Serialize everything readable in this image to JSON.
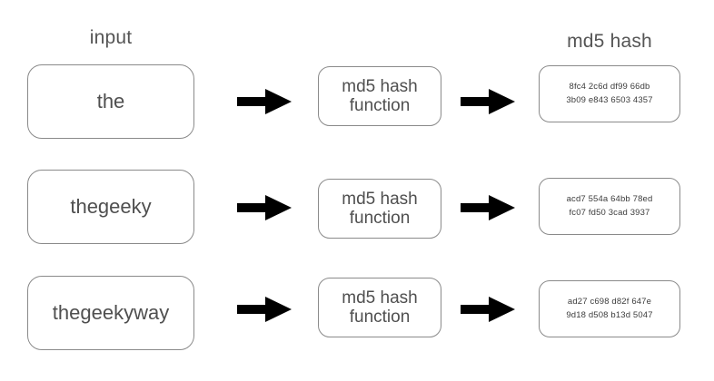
{
  "headers": {
    "input": "input",
    "hash": "md5 hash"
  },
  "function_label": {
    "line1": "md5 hash",
    "line2": "function"
  },
  "icons": {
    "arrow": "arrow-right-icon"
  },
  "colors": {
    "background": "#ffffff",
    "box_border": "#8a8a8a",
    "text": "#4f4f4f",
    "header_text": "#555555",
    "arrow_fill": "#000000"
  },
  "rows": [
    {
      "input": "the",
      "hash_line1": "8fc4 2c6d df99 66db",
      "hash_line2": "3b09 e843 6503 4357"
    },
    {
      "input": "thegeeky",
      "hash_line1": "acd7 554a 64bb 78ed",
      "hash_line2": "fc07 fd50 3cad 3937"
    },
    {
      "input": "thegeekyway",
      "hash_line1": "ad27 c698 d82f 647e",
      "hash_line2": "9d18 d508 b13d 5047"
    }
  ]
}
